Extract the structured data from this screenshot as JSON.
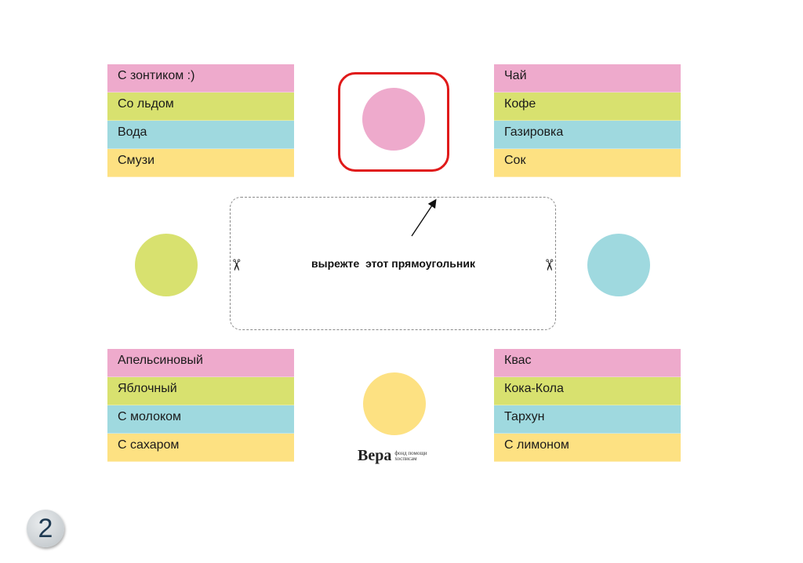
{
  "lists": {
    "top_left": [
      "С зонтиком :)",
      "Со льдом",
      "Вода",
      "Смузи"
    ],
    "top_right": [
      "Чай",
      "Кофе",
      "Газировка",
      "Сок"
    ],
    "bottom_left": [
      "Апельсиновый",
      "Яблочный",
      "С молоком",
      "С сахаром"
    ],
    "bottom_right": [
      "Квас",
      "Кока-Кола",
      "Тархун",
      "С лимоном"
    ]
  },
  "colors": {
    "pink": "#eeaacc",
    "green": "#d8e16f",
    "blue": "#9fd9df",
    "yellow": "#fde182",
    "selector_border": "#e01a1a"
  },
  "cutout": {
    "label": "вырежте  этот прямоугольник",
    "scissors_icon": "✂"
  },
  "logo": {
    "name": "Вера",
    "tagline": "фонд помощи хосписам"
  },
  "page_number": "2"
}
